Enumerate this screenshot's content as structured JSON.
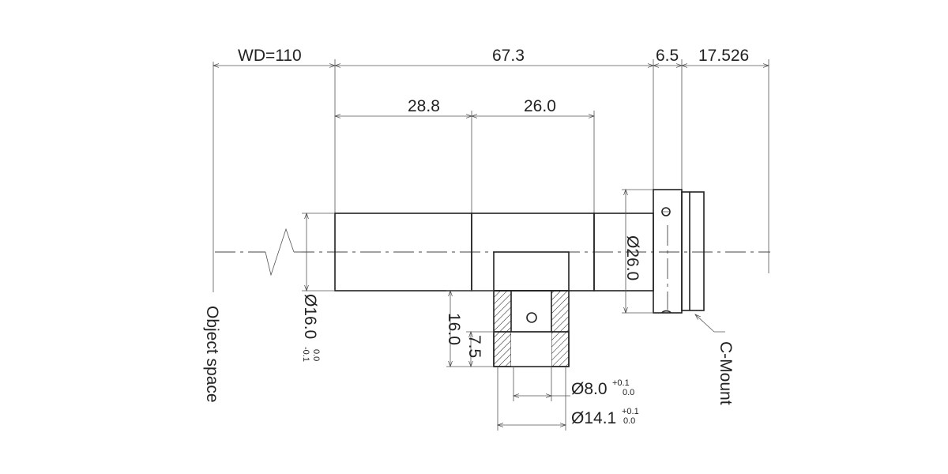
{
  "dimensions": {
    "working_distance": "WD=110",
    "total_length": "67.3",
    "flange": "6.5",
    "back_focus": "17.526",
    "front_section": "28.8",
    "mid_section": "26.0",
    "body_diameter": "Ø26.0",
    "front_diameter": "Ø16.0",
    "front_diameter_tol_upper": "0.0",
    "front_diameter_tol_lower": "-0.1",
    "port_height": "16.0",
    "port_depth": "7.5",
    "port_inner_diameter": "Ø8.0",
    "port_inner_tol_upper": "+0.1",
    "port_inner_tol_lower": "0.0",
    "port_outer_diameter": "Ø14.1",
    "port_outer_tol_upper": "+0.1",
    "port_outer_tol_lower": "0.0"
  },
  "labels": {
    "object_space": "Object space",
    "c_mount": "C-Mount"
  }
}
